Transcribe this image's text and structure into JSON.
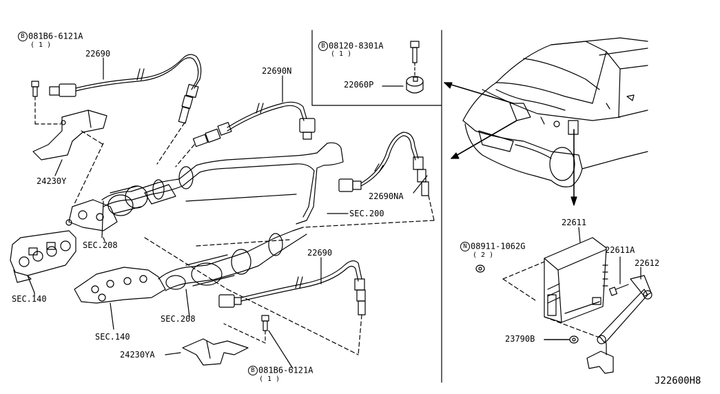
{
  "diagram_code": "J22600H8",
  "labels": {
    "bolt_top_left": {
      "prefix": "B",
      "number": "081B6-6121A",
      "qty": "( 1 )"
    },
    "sensor_top": "22690",
    "sensor_n": "22690N",
    "bracket_y": "24230Y",
    "sensor_na": "22690NA",
    "sec200": "SEC.200",
    "sec208_upper": "SEC.208",
    "sec140_upper": "SEC.140",
    "sensor_lower": "22690",
    "sec208_lower": "SEC.208",
    "sec140_lower": "SEC.140",
    "bracket_ya": "24230YA",
    "bolt_bottom": {
      "prefix": "B",
      "number": "081B6-6121A",
      "qty": "( 1 )"
    },
    "bolt_inset": {
      "prefix": "B",
      "number": "08120-8301A",
      "qty": "( 1 )"
    },
    "knock_sensor": "22060P",
    "ecm": "22611",
    "nut": {
      "prefix": "N",
      "number": "08911-1062G",
      "qty": "( 2 )"
    },
    "ecm_bracket_a": "22611A",
    "ecm_bracket": "22612",
    "nut_b": "23790B"
  },
  "colors": {
    "ink": "#000000",
    "paper": "#ffffff"
  }
}
